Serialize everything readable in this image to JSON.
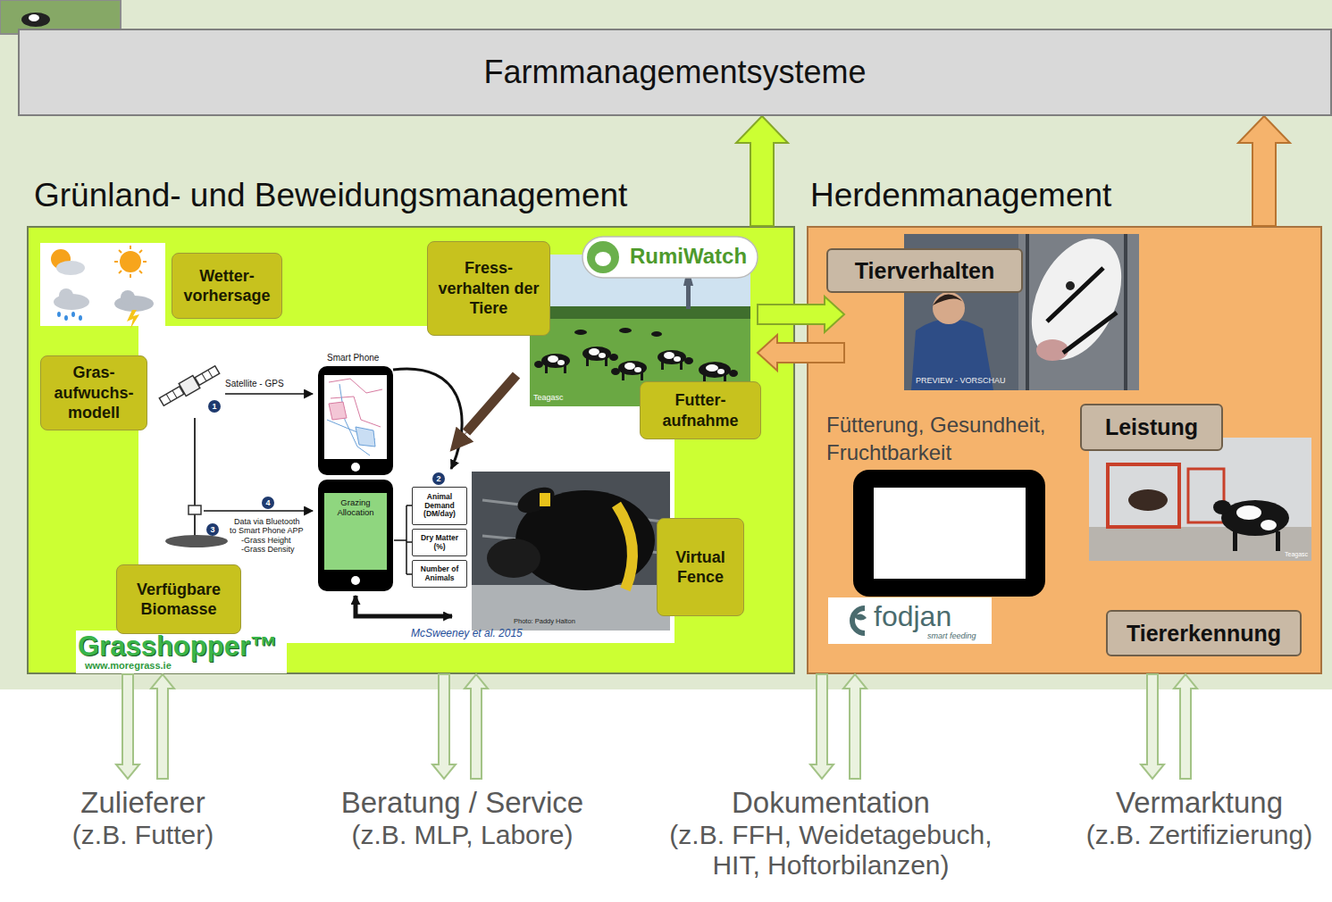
{
  "diagram": {
    "nodes": [
      {
        "text": [
          "Farmmanagementsysteme"
        ]
      },
      {
        "text": [
          "Grünland- und Beweidungsmanagement"
        ]
      },
      {
        "text": [
          "Wetter- vorhersage"
        ],
        "in": 1
      },
      {
        "text": [
          "Gras- aufwuchs- modell"
        ],
        "in": 1
      },
      {
        "text": [
          "Fress- verhalten der Tiere"
        ],
        "in": 1
      },
      {
        "text": [
          "Futter- aufnahme"
        ],
        "in": 1
      },
      {
        "text": [
          "Grazing Allocation"
        ],
        "in": 1
      },
      {
        "text": [
          "Animal Demand (DM/day)"
        ],
        "in": 1
      },
      {
        "text": [
          "Dry Matter (%)"
        ],
        "in": 1
      },
      {
        "text": [
          "Number of Animals"
        ],
        "in": 1
      },
      {
        "text": [
          "Virtual Fence"
        ],
        "in": 1
      },
      {
        "text": [
          "Verfügbare Biomasse"
        ],
        "in": 1
      },
      {
        "text": [
          "Herdenmanagement"
        ]
      },
      {
        "text": [
          "Tierverhalten"
        ],
        "in": 12
      },
      {
        "text": [
          "Leistung"
        ],
        "in": 12
      },
      {
        "text": [
          "Tiererkennung"
        ],
        "in": 12
      },
      {
        "text": [
          "Zulieferer",
          "(z.B. Futter)"
        ]
      },
      {
        "text": [
          "Beratung / Service",
          "(z.B. MLP, Labore)"
        ]
      },
      {
        "text": [
          "Dokumentation",
          "(z.B. FFH, Weidetagebuch, HIT, Hoftorbilanzen)"
        ]
      },
      {
        "text": [
          "Vermarktung",
          "(z.B. Zertifizierung)"
        ]
      }
    ],
    "edges": [
      {
        "from": 1,
        "to": 0,
        "arrow": "to"
      },
      {
        "from": 12,
        "to": 0,
        "arrow": "to"
      },
      {
        "from": 1,
        "to": 12,
        "arrow": "to"
      },
      {
        "from": 12,
        "to": 1,
        "arrow": "to"
      },
      {
        "from": 1,
        "to": 16,
        "arrow": "to"
      },
      {
        "from": 16,
        "to": 1,
        "arrow": "to"
      },
      {
        "from": 1,
        "to": 17,
        "arrow": "to"
      },
      {
        "from": 17,
        "to": 1,
        "arrow": "to"
      },
      {
        "from": 12,
        "to": 18,
        "arrow": "to"
      },
      {
        "from": 18,
        "to": 12,
        "arrow": "to"
      },
      {
        "from": 12,
        "to": 19,
        "arrow": "to"
      },
      {
        "from": 19,
        "to": 12,
        "arrow": "to"
      }
    ],
    "labels": [
      "RumiWatch",
      "Teagasc",
      "Smart Phone",
      "Satellite - GPS",
      "1",
      "2",
      "3",
      "4",
      "Data via Bluetooth",
      "to Smart Phone APP",
      "-Grass Height",
      "-Grass Density",
      "Photo: Paddy Halton",
      "McSweeney et al. 2015",
      "Grasshopper™",
      "www.moregrass.ie",
      "Fütterung, Gesundheit, Fruchtbarkeit",
      "fodjan",
      "smart feeding",
      "Teagasc",
      "PREVIEW - VORSCHAU"
    ]
  }
}
